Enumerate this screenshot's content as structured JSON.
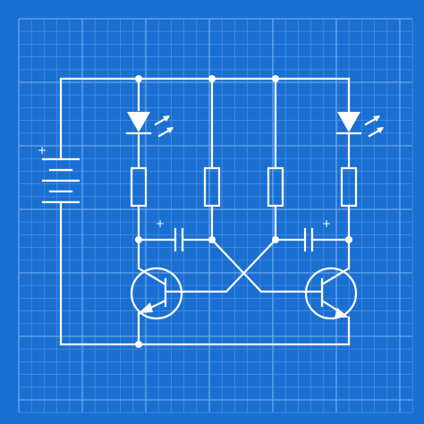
{
  "theme": {
    "background": "#1a6fd1",
    "grid_minor": "#4a92e6",
    "grid_major": "#6aa8f0",
    "ink": "#ffffff"
  },
  "labels": {
    "battery_plus": "+",
    "cap_left_plus": "+",
    "cap_right_plus": "+"
  },
  "components": [
    "battery",
    "led-left",
    "led-right",
    "resistor-1",
    "resistor-2",
    "resistor-3",
    "resistor-4",
    "capacitor-left",
    "capacitor-right",
    "transistor-left",
    "transistor-right"
  ]
}
